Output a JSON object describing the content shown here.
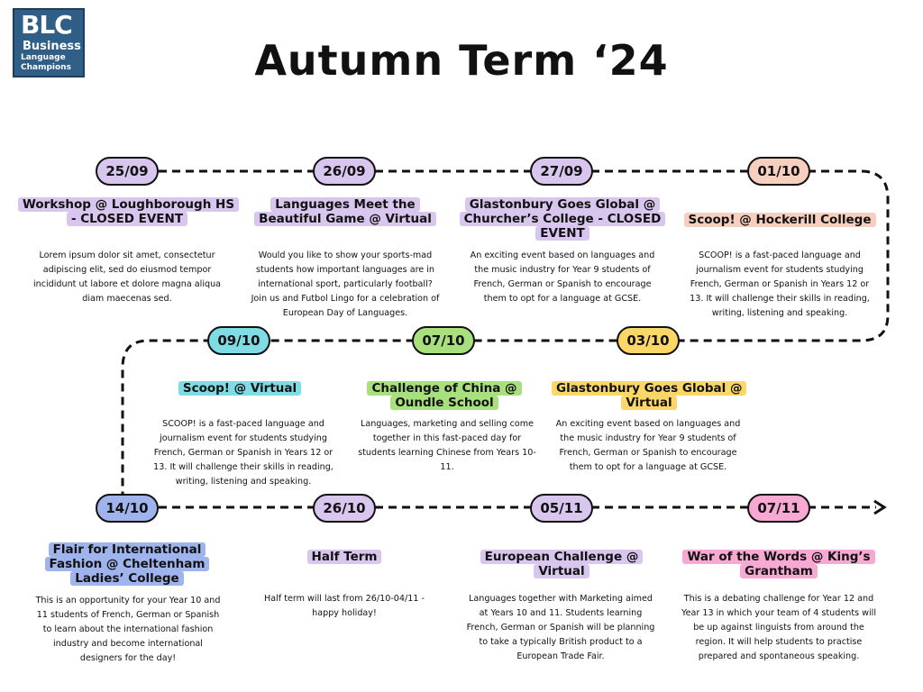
{
  "logo": {
    "short": "BLC",
    "line1": "Business",
    "line2": "Language",
    "line3": "Champions"
  },
  "title": "Autumn Term ‘24",
  "colors": {
    "lavender": "#d9c6ee",
    "peach": "#f7cfbf",
    "cyan": "#7fdbe4",
    "green": "#a7e07d",
    "yellow": "#fbd768",
    "blue": "#9fb3ec",
    "pink": "#f7a8d3",
    "line": "#111111"
  },
  "events": [
    {
      "date": "25/09",
      "title": "Workshop @ Loughborough HS - CLOSED EVENT",
      "description": "Lorem ipsum dolor sit amet, consectetur adipiscing elit, sed do eiusmod tempor incididunt ut labore et dolore magna aliqua diam maecenas sed."
    },
    {
      "date": "26/09",
      "title": "Languages Meet the Beautiful Game @ Virtual",
      "description": "Would you like to show your sports-mad students how important languages are in international sport, particularly football? Join us and Futbol Lingo for a celebration of European Day of Languages."
    },
    {
      "date": "27/09",
      "title": "Glastonbury Goes Global @ Churcher’s College - CLOSED EVENT",
      "description": "An exciting event based on languages and the music industry for Year 9 students of French, German or Spanish to encourage them to opt for a language at GCSE."
    },
    {
      "date": "01/10",
      "title": "Scoop! @ Hockerill College",
      "description": "SCOOP! is a fast-paced language and journalism event for students studying French, German or Spanish in Years 12 or 13. It will challenge their skills in reading, writing, listening and speaking."
    },
    {
      "date": "03/10",
      "title": "Glastonbury Goes Global @ Virtual",
      "description": "An exciting event based on languages and the music industry for Year 9 students of French, German or Spanish to encourage them to opt for a language at GCSE."
    },
    {
      "date": "07/10",
      "title": "Challenge of China @ Oundle School",
      "description": "Languages, marketing and selling come together in this fast-paced day for students learning Chinese from Years 10-11."
    },
    {
      "date": "09/10",
      "title": "Scoop! @ Virtual",
      "description": "SCOOP! is a fast-paced language and journalism event for students studying French, German or Spanish in Years 12 or 13. It will challenge their skills in reading, writing, listening and speaking."
    },
    {
      "date": "14/10",
      "title": "Flair for International Fashion @ Cheltenham Ladies’ College",
      "description": "This is an opportunity for your Year 10 and 11 students of French, German or Spanish to learn about the international fashion industry and become international designers for the day!"
    },
    {
      "date": "26/10",
      "title": "Half Term",
      "description": "Half term will last from 26/10-04/11 - happy holiday!"
    },
    {
      "date": "05/11",
      "title": "European Challenge @ Virtual",
      "description": "Languages together with Marketing aimed at Years 10 and 11. Students learning French, German or Spanish will be planning to take a typically British product to a European Trade Fair."
    },
    {
      "date": "07/11",
      "title": "War of the Words @ King’s Grantham",
      "description": "This is a debating challenge for Year 12 and Year 13 in which your team of 4 students will be up against linguists from around the region. It will help students to practise prepared and spontaneous speaking."
    }
  ]
}
